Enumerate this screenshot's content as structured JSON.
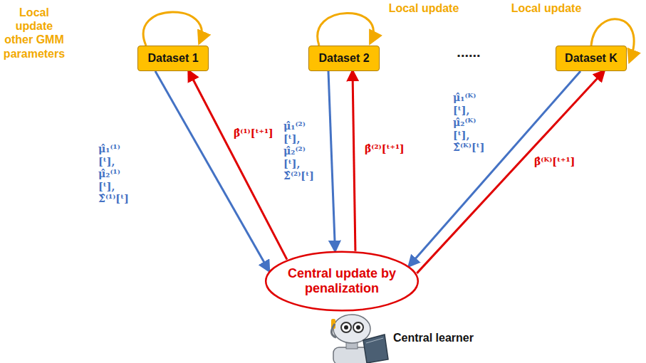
{
  "diagram": {
    "nodes": [
      {
        "text": [
          "Dataset 1"
        ]
      },
      {
        "text": [
          "Dataset 2"
        ]
      },
      {
        "text": [
          "Dataset K"
        ]
      },
      {
        "text": [
          "Central update by penalization"
        ]
      }
    ],
    "edges": [
      {
        "from": 0,
        "to": 3,
        "arrow": "to",
        "label": "μ̂₁⁽¹⁾[ᵗ], μ̂₂⁽¹⁾[ᵗ], Σ̂⁽¹⁾[ᵗ]"
      },
      {
        "from": 3,
        "to": 0,
        "arrow": "to",
        "label": "β̂⁽¹⁾[ᵗ⁺¹]"
      },
      {
        "from": 1,
        "to": 3,
        "arrow": "to",
        "label": "μ̂₁⁽²⁾[ᵗ], μ̂₂⁽²⁾[ᵗ], Σ̂⁽²⁾[ᵗ]"
      },
      {
        "from": 3,
        "to": 1,
        "arrow": "to",
        "label": "β̂⁽²⁾[ᵗ⁺¹]"
      },
      {
        "from": 2,
        "to": 3,
        "arrow": "to",
        "label": "μ̂₁⁽ᴷ⁾[ᵗ], μ̂₂⁽ᴷ⁾[ᵗ], Σ̂⁽ᴷ⁾[ᵗ]"
      },
      {
        "from": 3,
        "to": 2,
        "arrow": "to",
        "label": "β̂⁽ᴷ⁾[ᵗ⁺¹]"
      }
    ],
    "labels": [
      "Local update other GMM parameters",
      "Local update",
      "Local update",
      "......",
      "Central learner"
    ]
  }
}
